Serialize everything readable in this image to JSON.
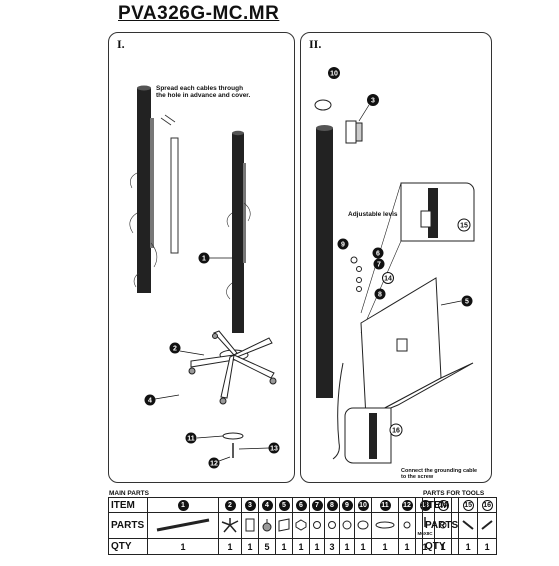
{
  "title": "PVA326G-MC.MR",
  "panel1": {
    "roman": "I.",
    "note": "Spread each cables through\nthe hole in advance and cover."
  },
  "panel2": {
    "roman": "II.",
    "adjustable_levis": "Adjustable levis",
    "grounding_note": "Connect the grounding cable\nto the screw"
  },
  "callouts": {
    "c1": "1",
    "c2": "2",
    "c3": "3",
    "c4": "4",
    "c5": "5",
    "c6": "6",
    "c7": "7",
    "c8": "8",
    "c9": "9",
    "c10": "10",
    "c11": "11",
    "c12": "12",
    "c13": "13",
    "c14": "14",
    "c15": "15",
    "c16": "16"
  },
  "main_parts": {
    "heading": "MAIN PARTS",
    "item_label": "ITEM",
    "parts_label": "PARTS",
    "qty_label": "QTY",
    "items": [
      "1",
      "2",
      "3",
      "4",
      "5",
      "6",
      "7",
      "8",
      "9",
      "10",
      "11",
      "12",
      "13",
      "14"
    ],
    "qty": [
      "1",
      "1",
      "1",
      "5",
      "1",
      "1",
      "1",
      "3",
      "1",
      "1",
      "1",
      "1",
      "1",
      "1"
    ],
    "item13_size": "M6X8C"
  },
  "tool_parts": {
    "heading": "PARTS FOR TOOLS",
    "item_label": "ITEM",
    "parts_label": "PARTS",
    "qty_label": "QTY",
    "items": [
      "15",
      "16"
    ],
    "qty": [
      "1",
      "1"
    ]
  }
}
